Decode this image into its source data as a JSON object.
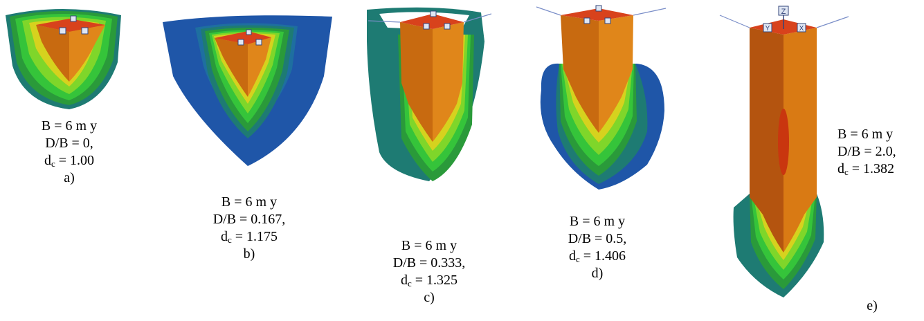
{
  "colors": {
    "blue": "#1f56a8",
    "teal": "#1e7b73",
    "green_dark": "#2a9a3a",
    "green": "#35c43a",
    "green_light": "#7fd62a",
    "yellow": "#d6d21e",
    "orange": "#d77a10",
    "orange_light": "#e0861a",
    "red": "#d8421c"
  },
  "axis_labels": {
    "z": "Z",
    "y": "Y",
    "x": "X"
  },
  "panels": [
    {
      "tag": "a)",
      "line1": "B = 6 m y",
      "line2": "D/B = 0,",
      "dc_symbol": "d",
      "dc_sub": "c",
      "dc_value": " = 1.00"
    },
    {
      "tag": "b)",
      "line1": "B = 6 m y",
      "line2": "D/B = 0.167,",
      "dc_symbol": "d",
      "dc_sub": "c",
      "dc_value": " = 1.175"
    },
    {
      "tag": "c)",
      "line1": "B = 6 m y",
      "line2": "D/B = 0.333,",
      "dc_symbol": "d",
      "dc_sub": "c",
      "dc_value": " = 1.325"
    },
    {
      "tag": "d)",
      "line1": "B = 6 m y",
      "line2": "D/B = 0.5,",
      "dc_symbol": "d",
      "dc_sub": "c",
      "dc_value": " = 1.406"
    },
    {
      "tag": "e)",
      "line1": "B = 6 m y",
      "line2": "D/B = 2.0,",
      "dc_symbol": "d",
      "dc_sub": "c",
      "dc_value": " = 1.382"
    }
  ]
}
